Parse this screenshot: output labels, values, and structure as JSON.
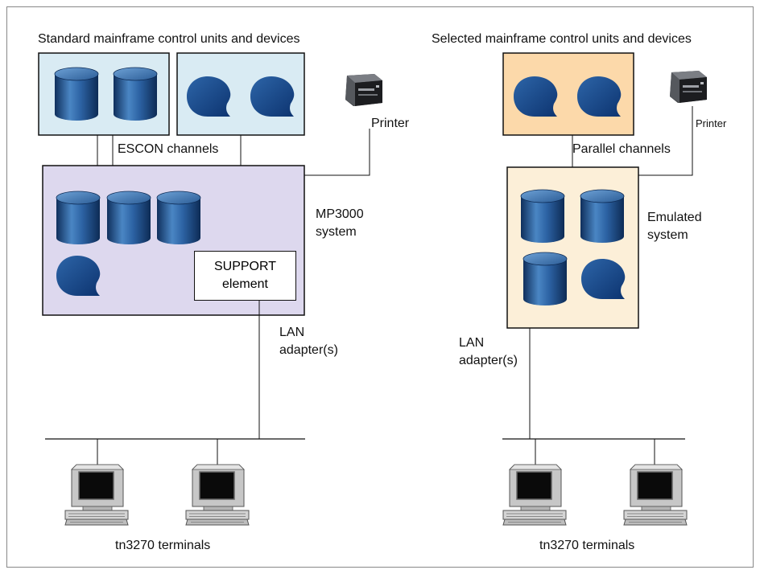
{
  "colors": {
    "standard_box_fill": "#d9ebf3",
    "selected_box_fill": "#fcd9aa",
    "mp3000_fill": "#ddd8ee",
    "emulated_fill": "#fcefd8",
    "device_blue": "#1d4f8a"
  },
  "left": {
    "title": "Standard mainframe control units and devices",
    "channels_label": "ESCON channels",
    "printer_label": "Printer",
    "system_label_line1": "MP3000",
    "system_label_line2": "system",
    "support_line1": "SUPPORT",
    "support_line2": "element",
    "lan_line1": "LAN",
    "lan_line2": "adapter(s)",
    "terminals_label": "tn3270 terminals"
  },
  "right": {
    "title": "Selected mainframe control units and devices",
    "channels_label": "Parallel channels",
    "printer_label": "Printer",
    "system_label_line1": "Emulated",
    "system_label_line2": "system",
    "lan_line1": "LAN",
    "lan_line2": "adapter(s)",
    "terminals_label": "tn3270 terminals"
  },
  "icons": {
    "disk": "disk-cylinder-icon",
    "tape": "tape-reel-icon",
    "printer": "printer-icon",
    "terminal": "terminal-workstation-icon"
  }
}
